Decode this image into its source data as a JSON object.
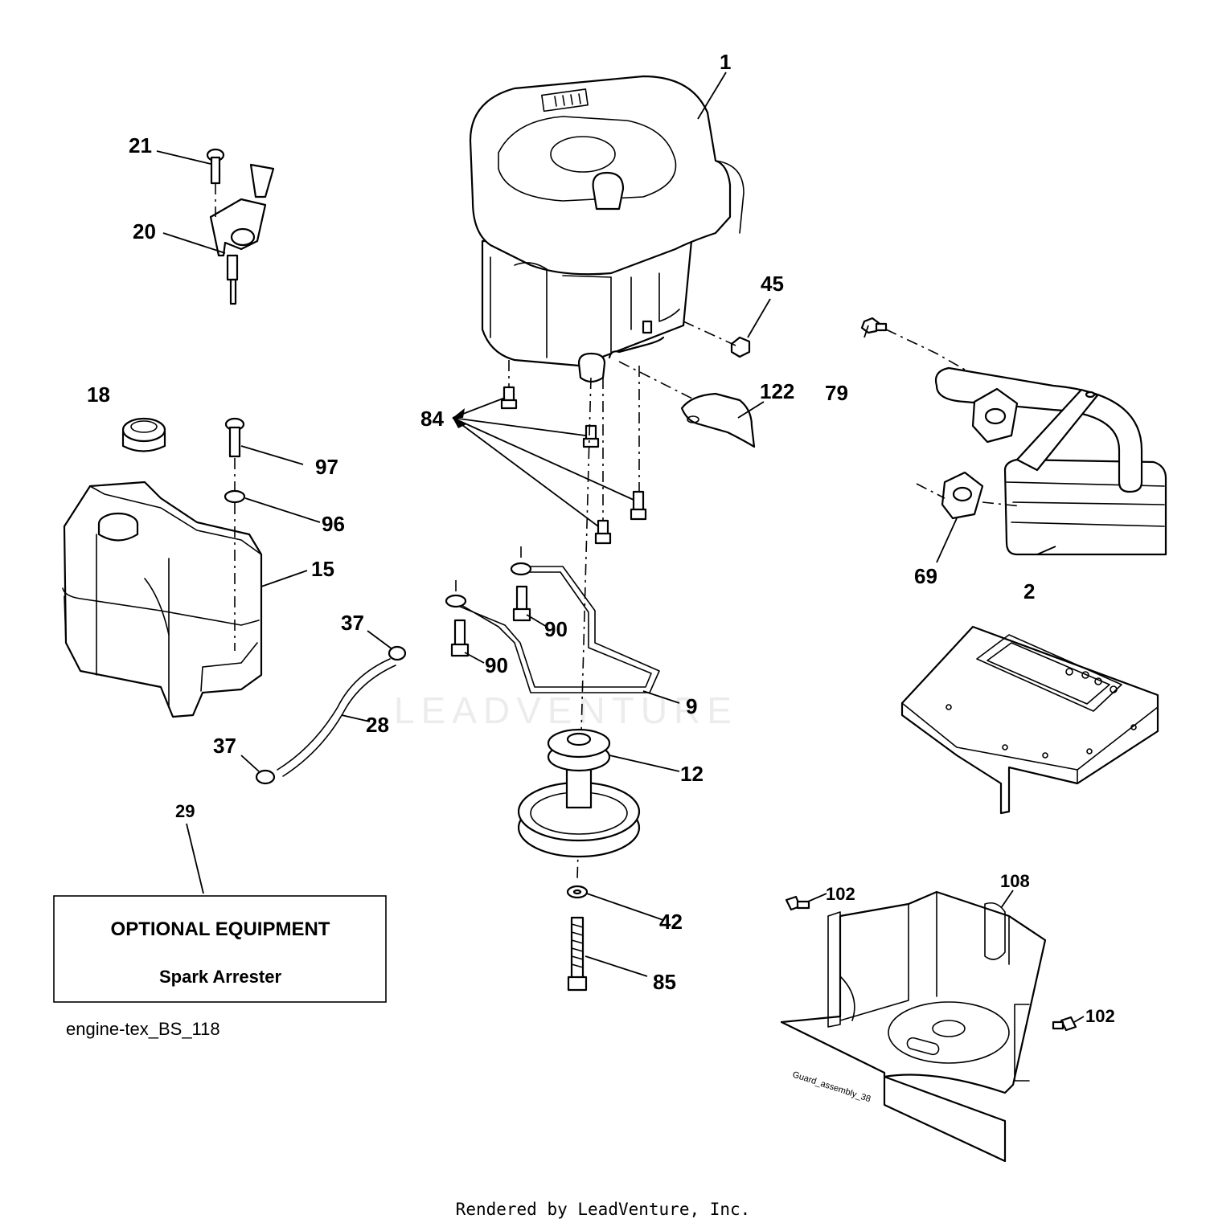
{
  "callouts": {
    "c1": "1",
    "c2": "2",
    "c9": "9",
    "c12": "12",
    "c15": "15",
    "c18": "18",
    "c20": "20",
    "c21": "21",
    "c28": "28",
    "c29": "29",
    "c37a": "37",
    "c37b": "37",
    "c42": "42",
    "c45": "45",
    "c69": "69",
    "c79": "79",
    "c84": "84",
    "c85": "85",
    "c90a": "90",
    "c90b": "90",
    "c96": "96",
    "c97": "97",
    "c102a": "102",
    "c102b": "102",
    "c108": "108",
    "c122": "122"
  },
  "optional_box": {
    "title": "OPTIONAL EQUIPMENT",
    "item": "Spark Arrester"
  },
  "diagram_code": "engine-tex_BS_118",
  "guard_label": "Guard_assembly_38",
  "watermark": "LEADVENTURE",
  "footer": "Rendered by LeadVenture, Inc."
}
